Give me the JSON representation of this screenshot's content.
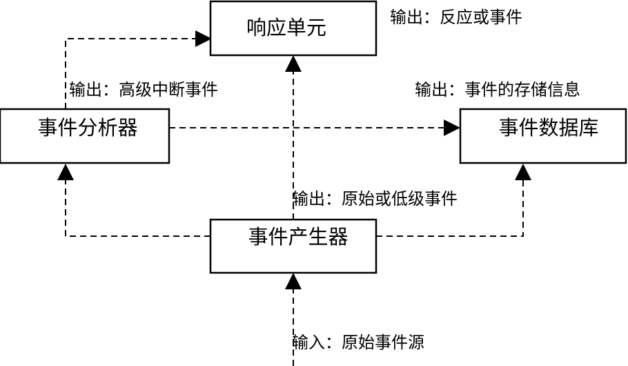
{
  "boxes": {
    "response_unit": "响应单元",
    "event_analyzer": "事件分析器",
    "event_database": "事件数据库",
    "event_generator": "事件产生器"
  },
  "notes": {
    "response_output": "输出：反应或事件",
    "analyzer_output": "输出：高级中断事件",
    "database_output": "输出：事件的存储信息",
    "generator_output": "输出：原始或低级事件",
    "system_input": "输入：原始事件源"
  }
}
